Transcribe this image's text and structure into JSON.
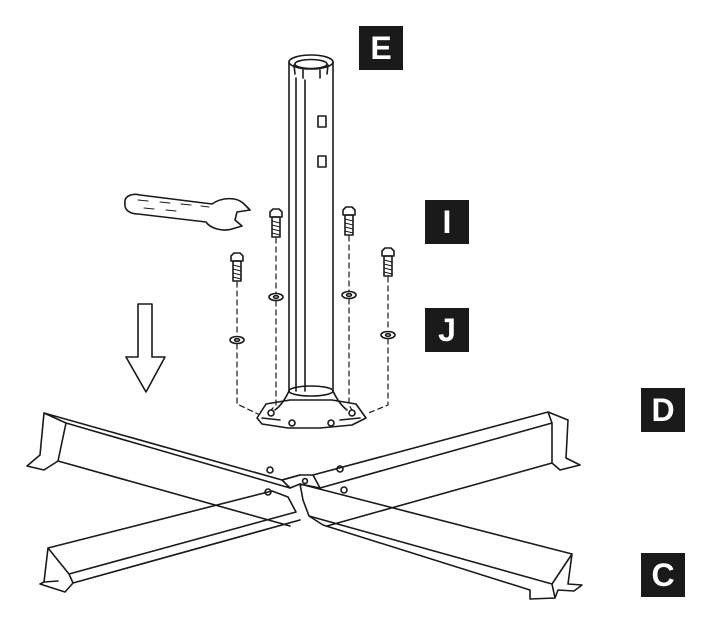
{
  "labels": {
    "e": "E",
    "i": "I",
    "j": "J",
    "d": "D",
    "c": "C"
  },
  "colors": {
    "line": "#1a1a1a",
    "label_bg": "#1a1a1a",
    "label_text": "#ffffff",
    "background": "#ffffff"
  }
}
